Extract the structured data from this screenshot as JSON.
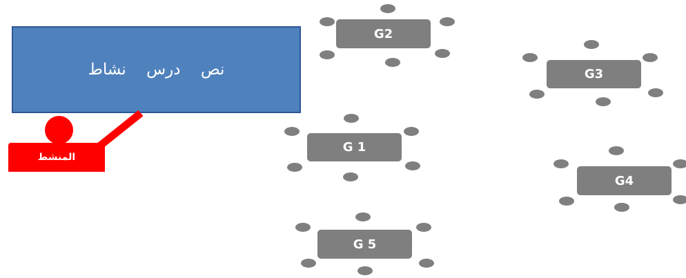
{
  "colors": {
    "board_fill": "#4f81bd",
    "facilitator_red": "#ff0000",
    "table_gray": "#7f7f7f"
  },
  "board": {
    "label": "نص   درس   نشاط"
  },
  "facilitator": {
    "label": "المنشط"
  },
  "groups": [
    {
      "id": "g1",
      "label": "G 1"
    },
    {
      "id": "g2",
      "label": "G2"
    },
    {
      "id": "g3",
      "label": "G3"
    },
    {
      "id": "g4",
      "label": "G4"
    },
    {
      "id": "g5",
      "label": "G 5"
    }
  ]
}
